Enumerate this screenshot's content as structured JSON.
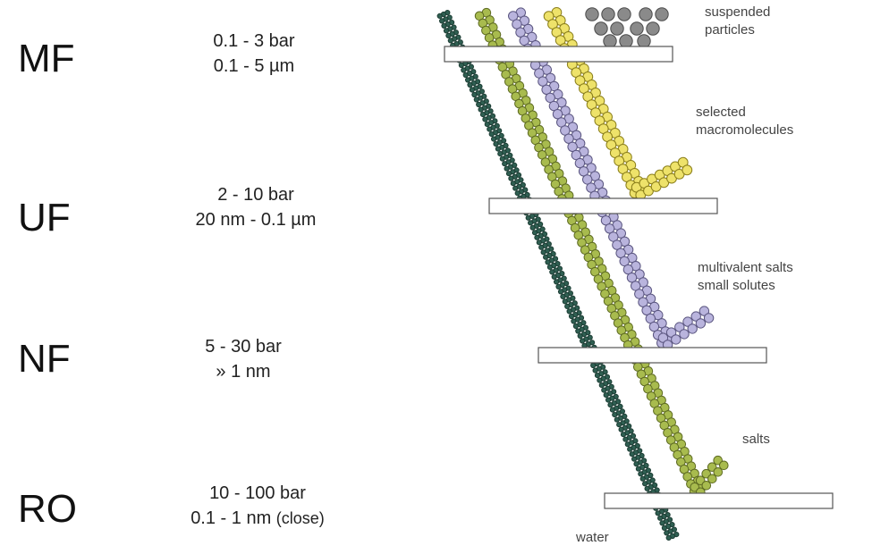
{
  "rows": [
    {
      "abbr": "MF",
      "pressure": "0.1 - 3 bar",
      "size": "0.1 - 5 µm",
      "size_note": ""
    },
    {
      "abbr": "UF",
      "pressure": "2 - 10 bar",
      "size": "20 nm - 0.1 µm",
      "size_note": ""
    },
    {
      "abbr": "NF",
      "pressure": "5 - 30 bar",
      "size": "» 1 nm",
      "size_note": ""
    },
    {
      "abbr": "RO",
      "pressure": "10 - 100 bar",
      "size": "0.1 - 1 nm",
      "size_note": "(close)"
    }
  ],
  "labels": {
    "suspended_1": "suspended",
    "suspended_2": "particles",
    "macro_1": "selected",
    "macro_2": "macromolecules",
    "multi_1": "multivalent salts",
    "multi_2": "small solutes",
    "salts": "salts",
    "water": "water"
  },
  "colors": {
    "water": "#2f5f52",
    "salts": "#a8bb4e",
    "small_solutes": "#b9b4dd",
    "macromolecules": "#eee26a",
    "particles": "#8a8a8a"
  }
}
